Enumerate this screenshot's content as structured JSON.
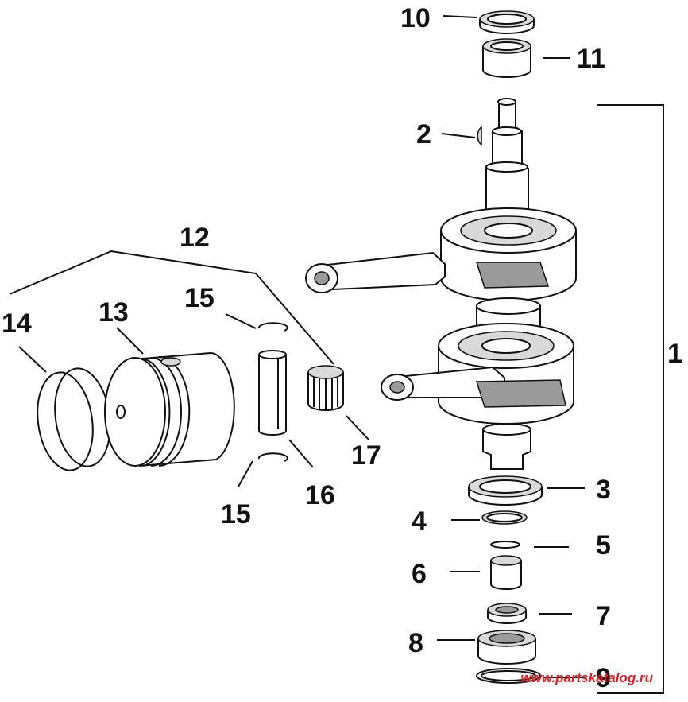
{
  "callouts": [
    {
      "id": "p10",
      "label": "10"
    },
    {
      "id": "p11",
      "label": "11"
    },
    {
      "id": "p2",
      "label": "2"
    },
    {
      "id": "p12",
      "label": "12"
    },
    {
      "id": "p15a",
      "label": "15"
    },
    {
      "id": "p14",
      "label": "14"
    },
    {
      "id": "p13",
      "label": "13"
    },
    {
      "id": "p1",
      "label": "1"
    },
    {
      "id": "p17",
      "label": "17"
    },
    {
      "id": "p16",
      "label": "16"
    },
    {
      "id": "p15b",
      "label": "15"
    },
    {
      "id": "p3",
      "label": "3"
    },
    {
      "id": "p4",
      "label": "4"
    },
    {
      "id": "p5",
      "label": "5"
    },
    {
      "id": "p6",
      "label": "6"
    },
    {
      "id": "p7",
      "label": "7"
    },
    {
      "id": "p8",
      "label": "8"
    },
    {
      "id": "p9",
      "label": "9"
    }
  ],
  "watermark": "www.partskatalog.ru",
  "colors": {
    "line": "#111111",
    "shade": "#d9d9d9",
    "watermark": "#e31b23"
  }
}
